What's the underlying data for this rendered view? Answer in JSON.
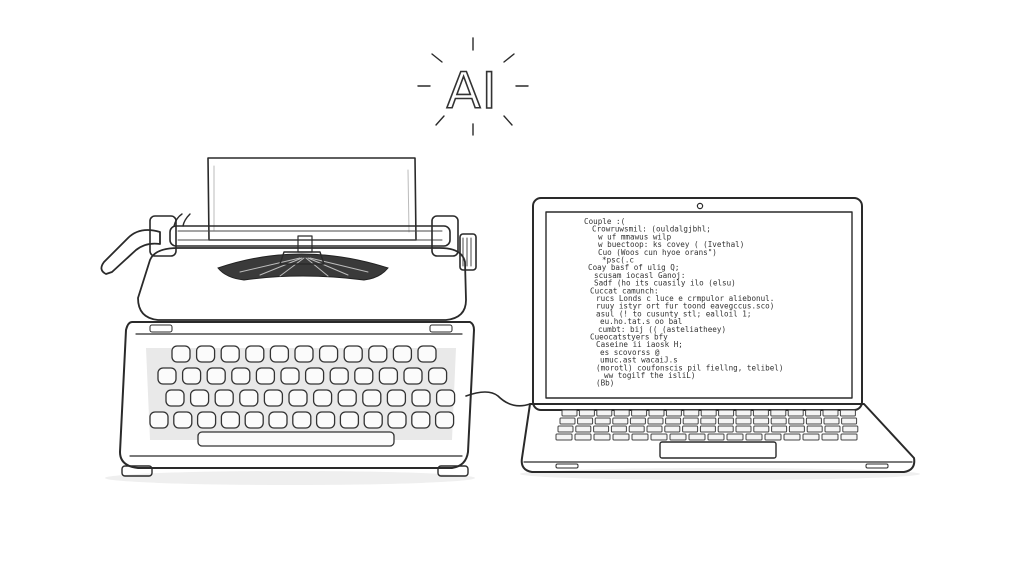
{
  "scene": {
    "ai_label": "AI",
    "laptop_screen_lines": [
      "Couple :(",
      "Crowruwsmil: (ouldalgjbhl;",
      "w uf mmawus wilp",
      "w buectoop: ks covey ( (Ivethal)",
      "Cuo (Woos cun hyoe orans\")",
      "*psc(.c",
      "Coay basf of ulig Q;",
      "scusam iocasl Ganoj:",
      "Sadf (ho its cuasily ilo (elsu)",
      "Cuccat camunch:",
      "rucs Londs c luce e crmpulor aliebonul.",
      "ruuy istyr ort fur toond eavegccus.sco)",
      "asul (!  to cusunty stl; ealloil 1;",
      "eu.ho.tat.s  oo bal",
      "cumbt: bij  (( (asteliatheey)",
      "Cueocatstyers bfy",
      "Caseine ii iaosk H;",
      "es scovorss @",
      "umuc.ast wacaiJ.s",
      "(morotl) coufonscis pil fiellng, telibel)",
      "ww togilf the isliL)",
      "(Bb)"
    ]
  }
}
